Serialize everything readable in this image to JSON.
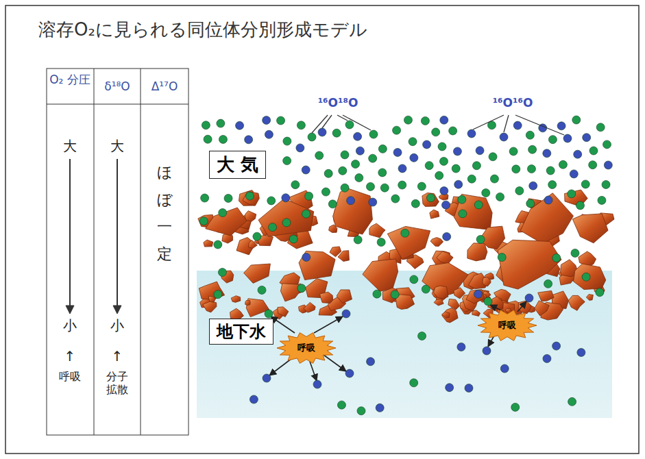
{
  "diagram": {
    "title": "溶存O₂に見られる同位体分別形成モデル",
    "nodes": [
      {
        "text": [
          "大 気"
        ]
      },
      {
        "text": [
          "地下水"
        ]
      },
      {
        "text": [
          "呼吸"
        ],
        "in": 1
      },
      {
        "text": [
          "呼吸"
        ],
        "in": 1
      }
    ],
    "labels": [
      "O₂ 分圧",
      "δ¹⁸O",
      "Δ¹⁷O",
      "大",
      "大",
      "ほぼ一定",
      "小",
      "小",
      "↑",
      "↑",
      "呼吸",
      "分子 拡散",
      "¹⁶O¹⁸O",
      "¹⁶O¹⁶O"
    ]
  }
}
